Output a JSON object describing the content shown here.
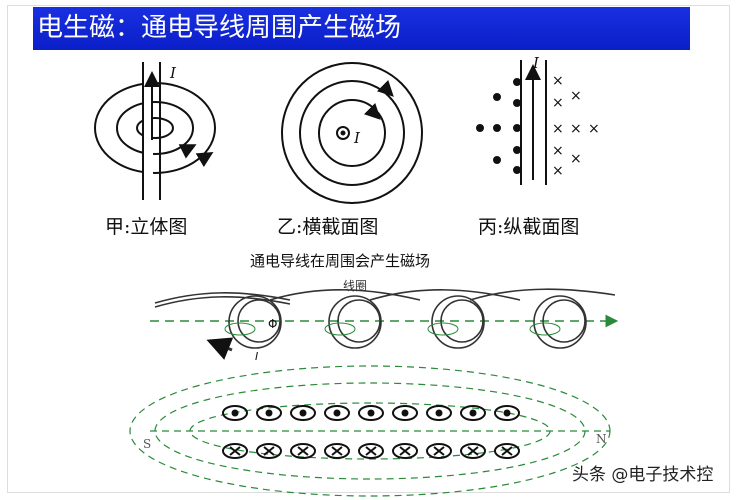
{
  "header": {
    "title": "电生磁：通电导线周围产生磁场"
  },
  "figures": {
    "current_symbol": "I",
    "labels": [
      "甲:立体图",
      "乙:横截面图",
      "丙:纵截面图"
    ],
    "caption": "通电导线在周围会产生磁场",
    "coil_label": "线圈",
    "flux_symbol": "Φ",
    "pole_s": "S",
    "pole_n": "N"
  },
  "watermark": "头条 @电子技术控",
  "colors": {
    "header_bg": "#0a1fc8",
    "field_lines": "#2a8a3a"
  }
}
